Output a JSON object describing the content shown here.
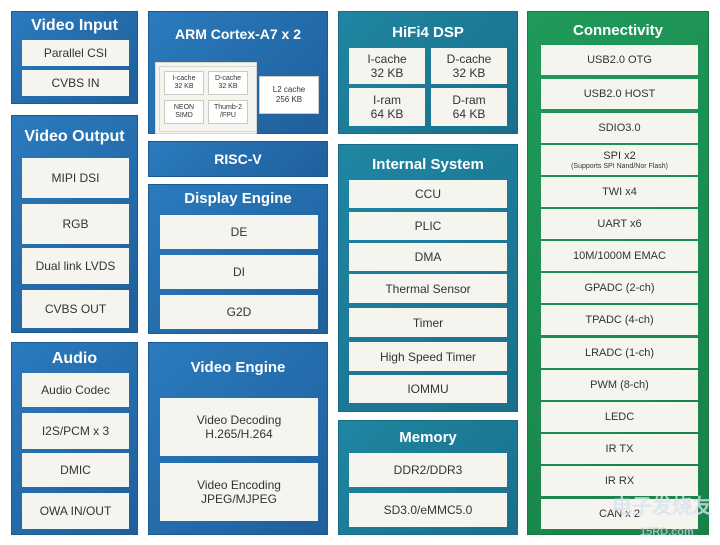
{
  "video_input": {
    "title": "Video Input",
    "items": [
      "Parallel CSI",
      "CVBS IN"
    ]
  },
  "video_output": {
    "title": "Video Output",
    "items": [
      "MIPI DSI",
      "RGB",
      "Dual link LVDS",
      "CVBS OUT"
    ]
  },
  "audio": {
    "title": "Audio",
    "items": [
      "Audio Codec",
      "I2S/PCM x 3",
      "DMIC",
      "OWA IN/OUT"
    ]
  },
  "arm": {
    "title": "ARM Cortex-A7 x 2",
    "icache_1": "I-cache",
    "icache_2": "32 KB",
    "dcache_1": "D-cache",
    "dcache_2": "32 KB",
    "neon_1": "NEON",
    "neon_2": "SIMD",
    "thumb_1": "Thumb-2",
    "thumb_2": "/FPU",
    "l2_1": "L2 cache",
    "l2_2": "256 KB"
  },
  "riscv": {
    "title": "RISC-V"
  },
  "display_engine": {
    "title": "Display Engine",
    "items": [
      "DE",
      "DI",
      "G2D"
    ]
  },
  "video_engine": {
    "title": "Video Engine",
    "decoding_1": "Video Decoding",
    "decoding_2": "H.265/H.264",
    "encoding_1": "Video Encoding",
    "encoding_2": "JPEG/MJPEG"
  },
  "hifi4": {
    "title": "HiFi4 DSP",
    "icache_1": "I-cache",
    "icache_2": "32 KB",
    "dcache_1": "D-cache",
    "dcache_2": "32 KB",
    "iram_1": "I-ram",
    "iram_2": "64 KB",
    "dram_1": "D-ram",
    "dram_2": "64 KB"
  },
  "internal_system": {
    "title": "Internal System",
    "items": [
      "CCU",
      "PLIC",
      "DMA",
      "Thermal Sensor",
      "Timer",
      "High Speed Timer",
      "IOMMU"
    ]
  },
  "memory": {
    "title": "Memory",
    "items": [
      "DDR2/DDR3",
      "SD3.0/eMMC5.0"
    ]
  },
  "connectivity": {
    "title": "Connectivity",
    "items": [
      "USB2.0 OTG",
      "USB2.0 HOST",
      "SDIO3.0",
      "SPI x2",
      "TWI x4",
      "UART x6",
      "10M/1000M EMAC",
      "GPADC (2-ch)",
      "TPADC (4-ch)",
      "LRADC (1-ch)",
      "PWM (8-ch)",
      "LEDC",
      "IR TX",
      "IR RX",
      "CAN x 2"
    ],
    "spi_sub": "(Supports SPI Nand/Nor Flash)"
  },
  "watermark": {
    "cn": "电子发烧友",
    "domain": "15RD.com"
  },
  "colors": {
    "blue": "#1f5f9c",
    "teal": "#1a6f8c",
    "green": "#198148",
    "box": "#f6f4ee"
  }
}
